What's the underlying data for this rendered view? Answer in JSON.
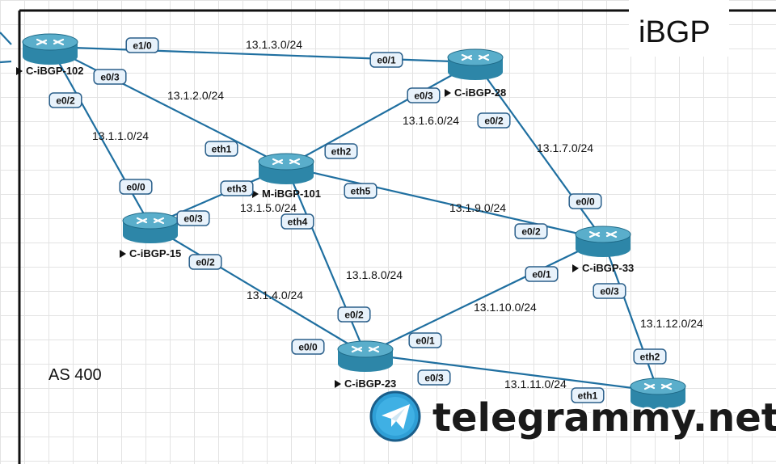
{
  "title": "iBGP",
  "as_label": "AS 400",
  "watermark": {
    "text": "telegrammy.net",
    "icon": "telegram-paper-plane-icon"
  },
  "colors": {
    "link": "#1f6fa0",
    "router_body": "#2d86a8",
    "router_top": "#5aaecb",
    "badge_fill": "#e8f2fb",
    "badge_stroke": "#2a5f8a"
  },
  "routers": [
    {
      "id": "c102",
      "label": "C-iBGP-102"
    },
    {
      "id": "c28",
      "label": "C-iBGP-28"
    },
    {
      "id": "m101",
      "label": "M-iBGP-101"
    },
    {
      "id": "c15",
      "label": "C-iBGP-15"
    },
    {
      "id": "c33",
      "label": "C-iBGP-33"
    },
    {
      "id": "c23",
      "label": "C-iBGP-23"
    },
    {
      "id": "c66",
      "label": ""
    }
  ],
  "links": [
    {
      "a": "c102",
      "b": "c28",
      "a_if": "e1/0",
      "b_if": "e0/1",
      "network": "13.1.3.0/24"
    },
    {
      "a": "c102",
      "b": "m101",
      "a_if": "e0/3",
      "b_if": "eth1",
      "network": "13.1.2.0/24"
    },
    {
      "a": "c102",
      "b": "c15",
      "a_if": "e0/2",
      "b_if": "e0/0",
      "network": "13.1.1.0/24"
    },
    {
      "a": "c28",
      "b": "m101",
      "a_if": "e0/3",
      "b_if": "eth2",
      "network": "13.1.6.0/24"
    },
    {
      "a": "c28",
      "b": "c33",
      "a_if": "e0/2",
      "b_if": "e0/0",
      "network": "13.1.7.0/24"
    },
    {
      "a": "m101",
      "b": "c15",
      "a_if": "eth3",
      "b_if": "e0/3",
      "network": "13.1.5.0/24"
    },
    {
      "a": "m101",
      "b": "c33",
      "a_if": "eth5",
      "b_if": "e0/2",
      "network": "13.1.9.0/24"
    },
    {
      "a": "m101",
      "b": "c23",
      "a_if": "eth4",
      "b_if": "e0/2",
      "network": "13.1.8.0/24"
    },
    {
      "a": "c15",
      "b": "c23",
      "a_if": "e0/2",
      "b_if": "e0/0",
      "network": "13.1.4.0/24"
    },
    {
      "a": "c23",
      "b": "c33",
      "a_if": "e0/1",
      "b_if": "e0/1",
      "network": "13.1.10.0/24"
    },
    {
      "a": "c23",
      "b": "c66",
      "a_if": "e0/3",
      "b_if": "eth1",
      "network": "13.1.11.0/24"
    },
    {
      "a": "c33",
      "b": "c66",
      "a_if": "e0/3",
      "b_if": "eth2",
      "network": "13.1.12.0/24"
    }
  ]
}
